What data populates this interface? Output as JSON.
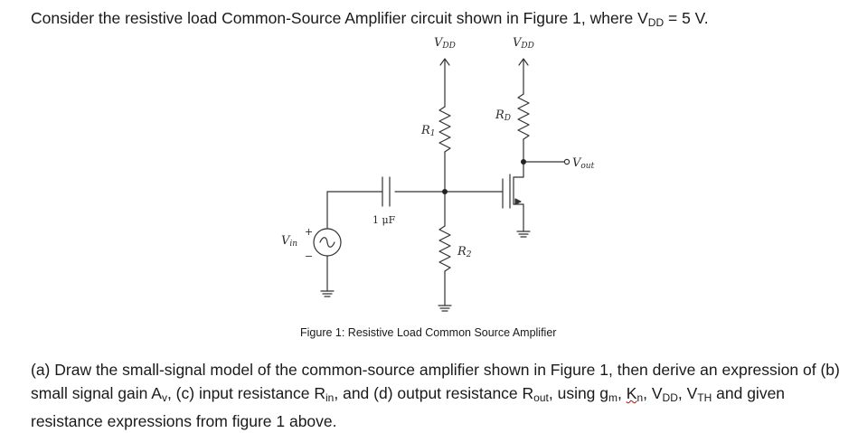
{
  "intro": {
    "prefix": "Consider the resistive load Common-Source Amplifier circuit shown in Figure 1, where V",
    "sub": "DD",
    "suffix": " = 5 V."
  },
  "circuit": {
    "vdd_main": "V",
    "vdd_sub": "DD",
    "r1": "R",
    "r1_sub": "1",
    "r2": "R",
    "r2_sub": "2",
    "rd": "R",
    "rd_sub": "D",
    "vout": "V",
    "vout_sub": "out",
    "vin": "V",
    "vin_sub": "in",
    "cap": "1 μF",
    "plus": "+",
    "minus": "−"
  },
  "caption": "Figure 1: Resistive Load Common Source Amplifier",
  "question": {
    "line1": "(a) Draw the small-signal model of the common-source amplifier shown in Figure 1, then derive an expression of (b) small signal gain A",
    "av_sub": "v",
    "p2": ", (c) input resistance R",
    "rin_sub": "in",
    "p3": ", and (d) output resistance R",
    "rout_sub": "out",
    "p4": ", using g",
    "gm_sub": "m",
    "p5": ", ",
    "kn_main": "K",
    "kn_sub": "n",
    "p6": ", V",
    "vdd_sub": "DD",
    "p7": ", V",
    "vth_sub": "TH",
    "p8": " and given resistance expressions from figure 1 above."
  }
}
